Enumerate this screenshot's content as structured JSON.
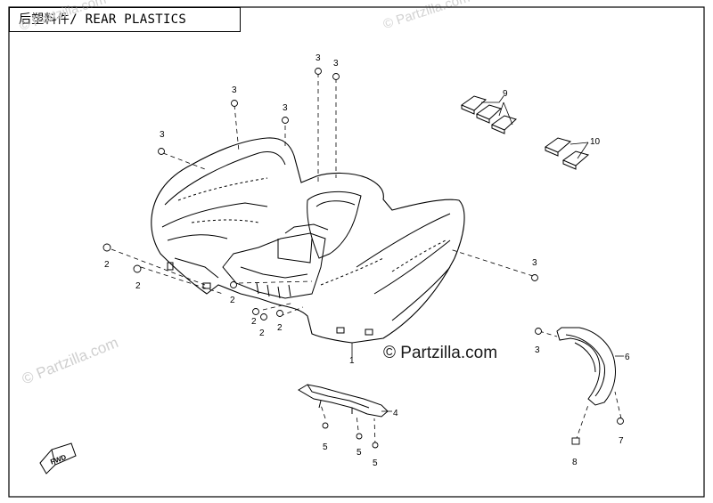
{
  "title": "后塑料件/ REAR PLASTICS",
  "watermarks": {
    "center": "© Partzilla.com",
    "left": "© Partzilla.com",
    "top_left": "© Partzilla.com",
    "top_mid": "© Partzilla.com"
  },
  "fwd_label": "FWD",
  "callouts": [
    "1",
    "2",
    "2",
    "2",
    "2",
    "2",
    "2",
    "3",
    "3",
    "3",
    "3",
    "3",
    "3",
    "3",
    "4",
    "5",
    "5",
    "5",
    "6",
    "7",
    "8",
    "9",
    "10"
  ]
}
